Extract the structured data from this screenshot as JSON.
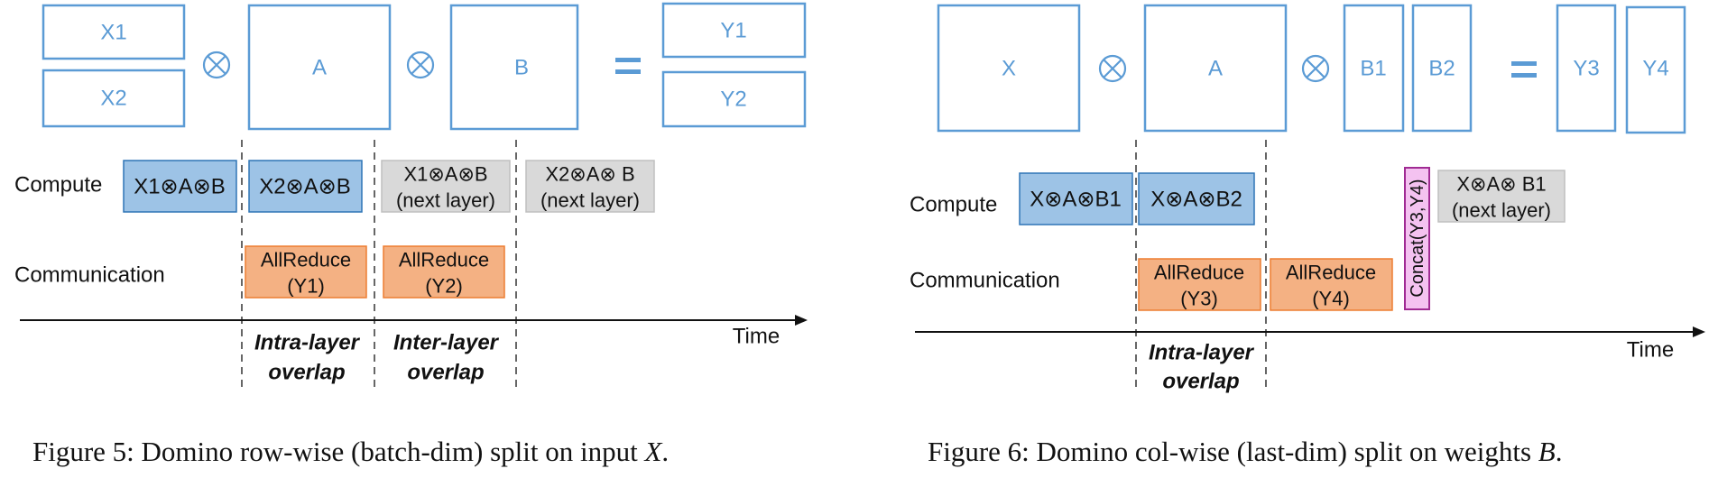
{
  "figure5": {
    "matrices": {
      "x1": "X1",
      "x2": "X2",
      "a": "A",
      "b": "B",
      "y1": "Y1",
      "y2": "Y2"
    },
    "rows": {
      "compute": "Compute",
      "communication": "Communication"
    },
    "compute_blocks": {
      "b1": "X1⊗A⊗B",
      "b2": "X2⊗A⊗B",
      "b3_line1": "X1⊗A⊗B",
      "b3_line2": "(next layer)",
      "b4_line1": "X2⊗A⊗ B",
      "b4_line2": "(next layer)"
    },
    "comm_blocks": {
      "c1_line1": "AllReduce",
      "c1_line2": "(Y1)",
      "c2_line1": "AllReduce",
      "c2_line2": "(Y2)"
    },
    "time_label": "Time",
    "overlap_intra": [
      "Intra-layer",
      "overlap"
    ],
    "overlap_inter": [
      "Inter-layer",
      "overlap"
    ],
    "caption_prefix": "Figure 5: Domino row-wise (batch-dim) split on input ",
    "caption_var": "X",
    "caption_suffix": "."
  },
  "figure6": {
    "matrices": {
      "x": "X",
      "a": "A",
      "b1": "B1",
      "b2": "B2",
      "y3": "Y3",
      "y4": "Y4"
    },
    "rows": {
      "compute": "Compute",
      "communication": "Communication"
    },
    "compute_blocks": {
      "b1": "X⊗A⊗B1",
      "b2": "X⊗A⊗B2",
      "b3_line1": "X⊗A⊗ B1",
      "b3_line2": "(next layer)"
    },
    "comm_blocks": {
      "c1_line1": "AllReduce",
      "c1_line2": "(Y3)",
      "c2_line1": "AllReduce",
      "c2_line2": "(Y4)"
    },
    "concat_label": "Concat(Y3,Y4)",
    "time_label": "Time",
    "overlap_intra": [
      "Intra-layer",
      "overlap"
    ],
    "caption_prefix": "Figure 6: Domino col-wise (last-dim) split on weights ",
    "caption_var": "B",
    "caption_suffix": "."
  },
  "colors": {
    "matrix_blue": "#5b9bd5",
    "compute_blue": "#9dc3e6",
    "next_layer_gray": "#d9d9d9",
    "allreduce_orange": "#f4b183",
    "concat_pink": "#f4c2f0"
  }
}
